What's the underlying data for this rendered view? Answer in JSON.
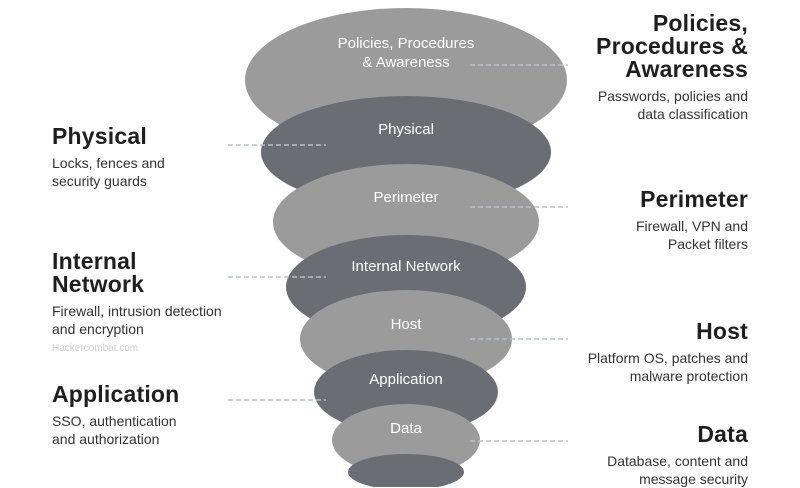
{
  "layers": [
    {
      "id": "policies",
      "ring_label_lines": [
        "Policies, Procedures",
        "& Awareness"
      ],
      "color": "#9b9b9b"
    },
    {
      "id": "physical",
      "ring_label_lines": [
        "Physical"
      ],
      "color": "#6a6d74"
    },
    {
      "id": "perimeter",
      "ring_label_lines": [
        "Perimeter"
      ],
      "color": "#9b9b9b"
    },
    {
      "id": "internal-network",
      "ring_label_lines": [
        "Internal Network"
      ],
      "color": "#6a6d74"
    },
    {
      "id": "host",
      "ring_label_lines": [
        "Host"
      ],
      "color": "#9b9b9b"
    },
    {
      "id": "application",
      "ring_label_lines": [
        "Application"
      ],
      "color": "#6a6d74"
    },
    {
      "id": "data",
      "ring_label_lines": [
        "Data"
      ],
      "color": "#9b9b9b"
    },
    {
      "id": "core",
      "ring_label_lines": [],
      "color": "#6a6d74"
    }
  ],
  "callouts": {
    "policies": {
      "title_lines": [
        "Policies,",
        "Procedures &",
        "Awareness"
      ],
      "desc_lines": [
        "Passwords, policies and",
        "data classification"
      ]
    },
    "physical": {
      "title_lines": [
        "Physical"
      ],
      "desc_lines": [
        "Locks, fences and",
        "security guards"
      ]
    },
    "perimeter": {
      "title_lines": [
        "Perimeter"
      ],
      "desc_lines": [
        "Firewall, VPN and",
        "Packet filters"
      ]
    },
    "internal_network": {
      "title_lines": [
        "Internal",
        "Network"
      ],
      "desc_lines": [
        "Firewall, intrusion detection",
        "and encryption"
      ]
    },
    "host": {
      "title_lines": [
        "Host"
      ],
      "desc_lines": [
        "Platform OS, patches and",
        "malware protection"
      ]
    },
    "application": {
      "title_lines": [
        "Application"
      ],
      "desc_lines": [
        "SSO, authentication",
        "and authorization"
      ]
    },
    "data": {
      "title_lines": [
        "Data"
      ],
      "desc_lines": [
        "Database, content and",
        "message security"
      ]
    }
  },
  "watermark": "Hackercombat.com",
  "colors": {
    "connector": "#b9c0c8",
    "light_layer": "#9b9b9b",
    "dark_layer": "#6a6d74"
  }
}
